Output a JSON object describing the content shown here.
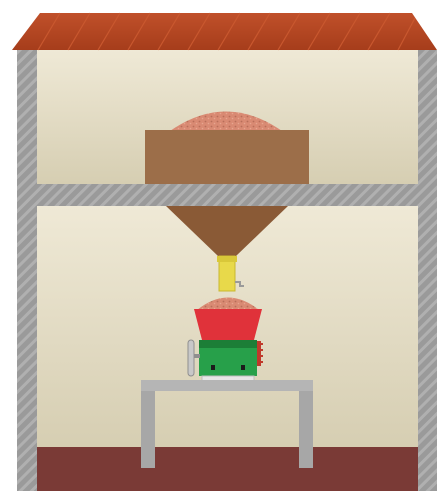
{
  "scene": {
    "colors": {
      "roof": "#b2441f",
      "roof_stripe": "#c5532a",
      "wall": "#9a9a9a",
      "wall_hatch": "#b8b8b8",
      "interior_top": "#eee8d4",
      "interior_bottom": "#d9d1b6",
      "floor": "#7a3a36",
      "bin_box": "#9c6e49",
      "funnel": "#8a5a36",
      "grain": "#d98a73",
      "grain_speck": "#b86e59",
      "chute": "#e8d94a",
      "hopper": "#e0323a",
      "grinder_body": "#27a04a",
      "grinder_body_dark": "#1c7e37",
      "table": "#a7a7a7",
      "table_top": "#b5b5b5",
      "collector": "#e6e6e6",
      "pulley": "#c8c8c8",
      "gear": "#c0392b"
    },
    "icons": [
      "roof",
      "wall",
      "storage-bin",
      "grain-pile",
      "funnel",
      "chute",
      "grinder",
      "table"
    ]
  }
}
